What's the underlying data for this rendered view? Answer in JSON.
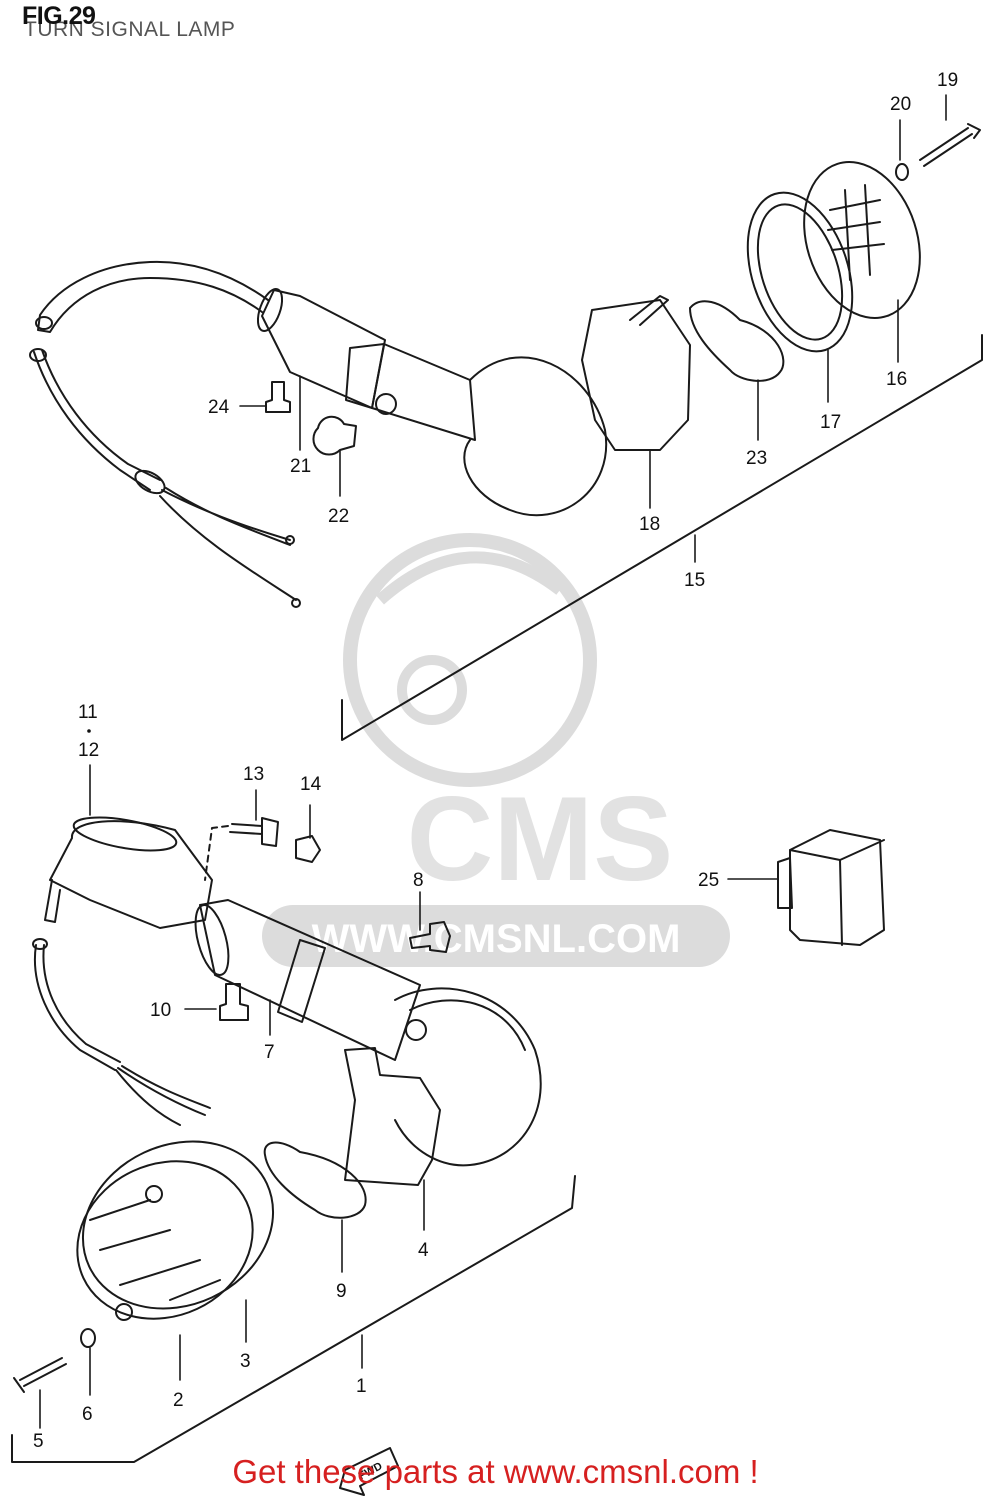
{
  "header": {
    "fig_label": "FIG.29",
    "title": "TURN SIGNAL LAMP"
  },
  "watermark": {
    "brand": "CMS",
    "url": "WWW.CMSNL.COM"
  },
  "direction_label": "FWD",
  "footer": {
    "cta": "Get these parts at www.cmsnl.com !"
  },
  "callouts": {
    "p1": "1",
    "p2": "2",
    "p3": "3",
    "p4": "4",
    "p5": "5",
    "p6": "6",
    "p7": "7",
    "p8": "8",
    "p9": "9",
    "p10": "10",
    "p11": "11",
    "p12": "12",
    "p13": "13",
    "p14": "14",
    "p15": "15",
    "p16": "16",
    "p17": "17",
    "p18": "18",
    "p19": "19",
    "p20": "20",
    "p21": "21",
    "p22": "22",
    "p23": "23",
    "p24": "24",
    "p25": "25"
  },
  "colors": {
    "line": "#1a1a1a",
    "watermark": "#dcdcdc",
    "footer_text": "#d62020"
  }
}
